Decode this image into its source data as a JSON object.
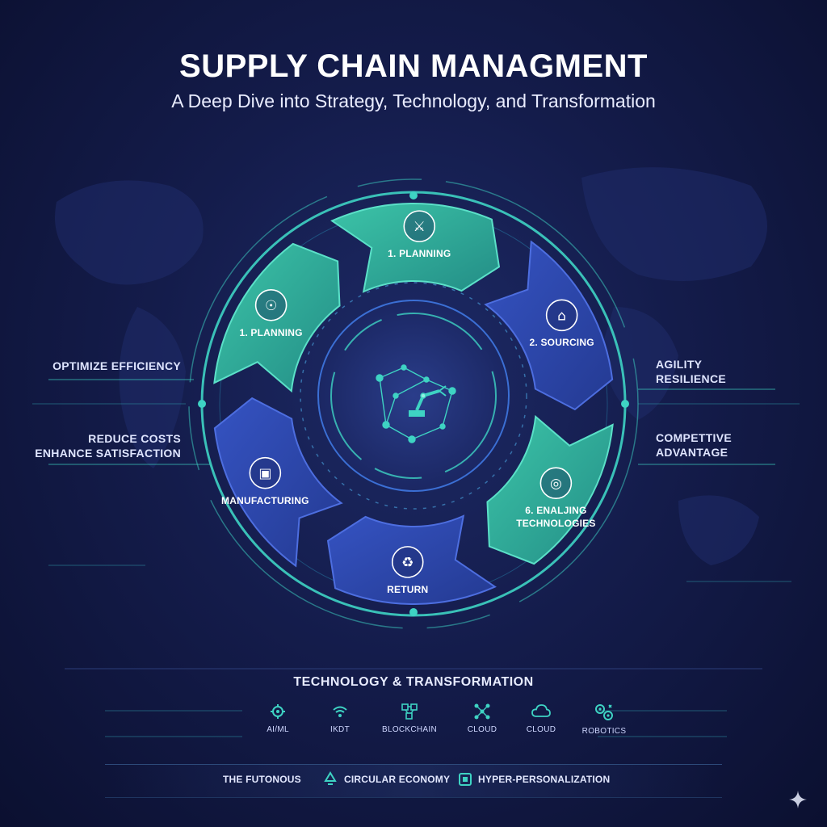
{
  "header": {
    "title": "SUPPLY CHAIN MANAGMENT",
    "subtitle": "A Deep Dive into Strategy, Technology, and Transformation"
  },
  "cycle": {
    "segments": [
      {
        "label": "1. PLANNING",
        "icon": "handshake-icon",
        "color": "teal"
      },
      {
        "label": "2. SOURCING",
        "icon": "factory-icon",
        "color": "blue"
      },
      {
        "label": "6. ENALJING\nTECHNOLOGIES",
        "icon": "globe-icon",
        "color": "teal"
      },
      {
        "label": "RETURN",
        "icon": "recycle-icon",
        "color": "blue"
      },
      {
        "label": "MANUFACTURING",
        "icon": "truck-icon",
        "color": "blue"
      },
      {
        "label": "1. PLANNING",
        "icon": "search-dollar-icon",
        "color": "teal"
      }
    ],
    "center_icon": "robot-arm-network-icon"
  },
  "left_labels": {
    "a": "OPTIMIZE EFFICIENCY",
    "b": "REDUCE COSTS\nENHANCE SATISFACTION"
  },
  "right_labels": {
    "a": "AGILITY\nRESILIENCE",
    "b": "COMPETTIVE\nADVANTAGE"
  },
  "technology": {
    "heading": "TECHNOLOGY & TRANSFORMATION",
    "items": [
      {
        "label": "AI/ML",
        "icon": "gear-chip-icon"
      },
      {
        "label": "IKDT",
        "icon": "wifi-icon"
      },
      {
        "label": "BLOCKCHAIN",
        "icon": "blockchain-icon"
      },
      {
        "label": "CLOUD",
        "icon": "network-nodes-icon"
      },
      {
        "label": "CLOUD",
        "icon": "cloud-icon"
      },
      {
        "label": "ROBOTICS",
        "icon": "robotics-gears-icon"
      }
    ]
  },
  "footer": {
    "items": [
      {
        "label": "THE FUTONOUS",
        "icon": ""
      },
      {
        "label": "CIRCULAR ECONOMY",
        "icon": "recycle-icon"
      },
      {
        "label": "HYPER-PERSONALIZATION",
        "icon": "chip-icon"
      }
    ]
  },
  "colors": {
    "background": "#141c4b",
    "teal": "#2fae99",
    "blue": "#2f45a8",
    "ring": "#3ed3c3",
    "text": "#ffffff"
  }
}
